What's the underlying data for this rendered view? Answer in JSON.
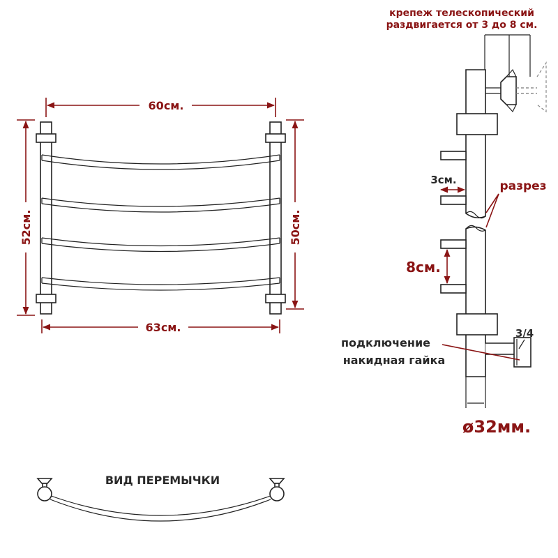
{
  "front_view": {
    "top_width": "60см.",
    "bottom_width": "63см.",
    "left_height": "52см.",
    "right_height": "50см."
  },
  "side_view": {
    "mount_note_line1": "крепеж телескопический",
    "mount_note_line2": "раздвигается от 3 до 8 см.",
    "gap_label": "3см.",
    "cut_label": "разрез",
    "spacing_label": "8см.",
    "connection_line1": "подключение",
    "connection_line2": "накидная гайка",
    "thread_label": "3/4",
    "diameter_label": "ø32мм."
  },
  "bridge_view": {
    "title": "ВИД ПЕРЕМЫЧКИ"
  },
  "colors": {
    "accent": "#8a1414",
    "line": "#222222",
    "background": "#ffffff"
  }
}
